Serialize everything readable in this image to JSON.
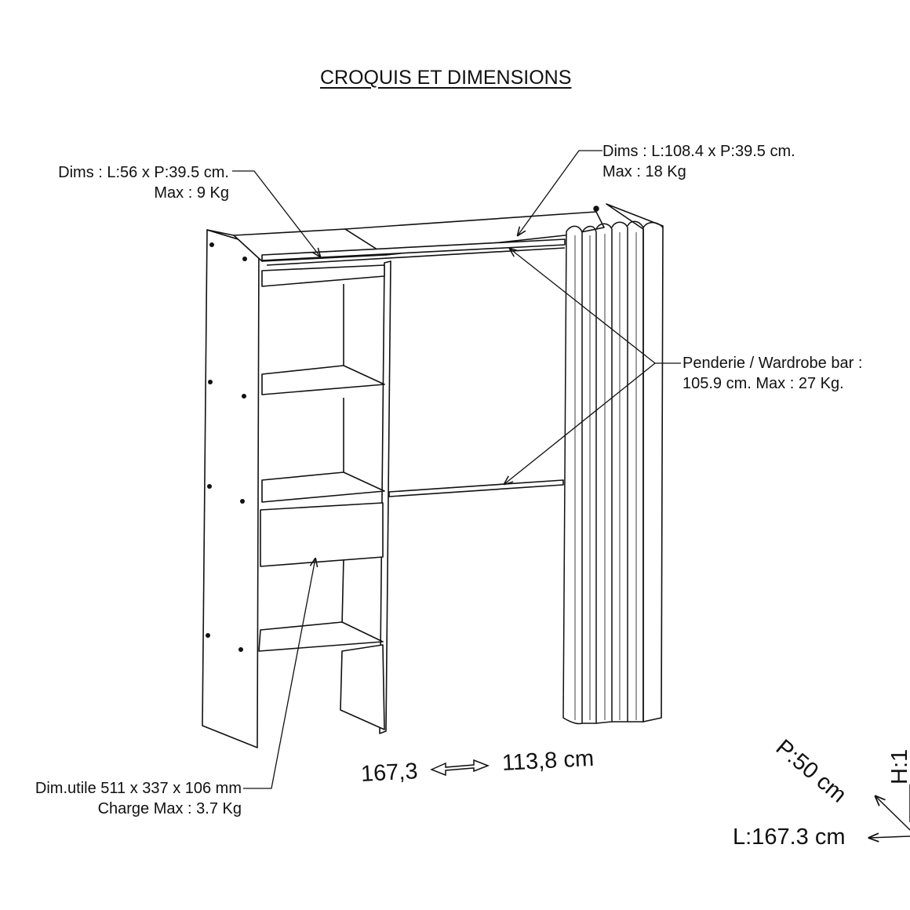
{
  "title": "CROQUIS ET DIMENSIONS",
  "callouts": {
    "left_shelf": {
      "line1": "Dims : L:56 x P:39.5 cm.",
      "line2": "Max : 9 Kg"
    },
    "top_shelf": {
      "line1": "Dims : L:108.4 x P:39.5 cm.",
      "line2": "Max : 18 Kg"
    },
    "wardrobe_bar": {
      "line1": "Penderie / Wardrobe bar :",
      "line2": "105.9 cm. Max : 27 Kg."
    },
    "drawer": {
      "line1": "Dim.utile 511 x 337 x 106 mm",
      "line2": "Charge Max : 3.7 Kg"
    }
  },
  "extension": {
    "min": "167,3",
    "max": "113,8 cm"
  },
  "overall": {
    "width": "L:167.3 cm",
    "depth": "P:50 cm",
    "height_fragment": "H:1"
  },
  "colors": {
    "ink": "#111111",
    "paper": "#ffffff"
  }
}
